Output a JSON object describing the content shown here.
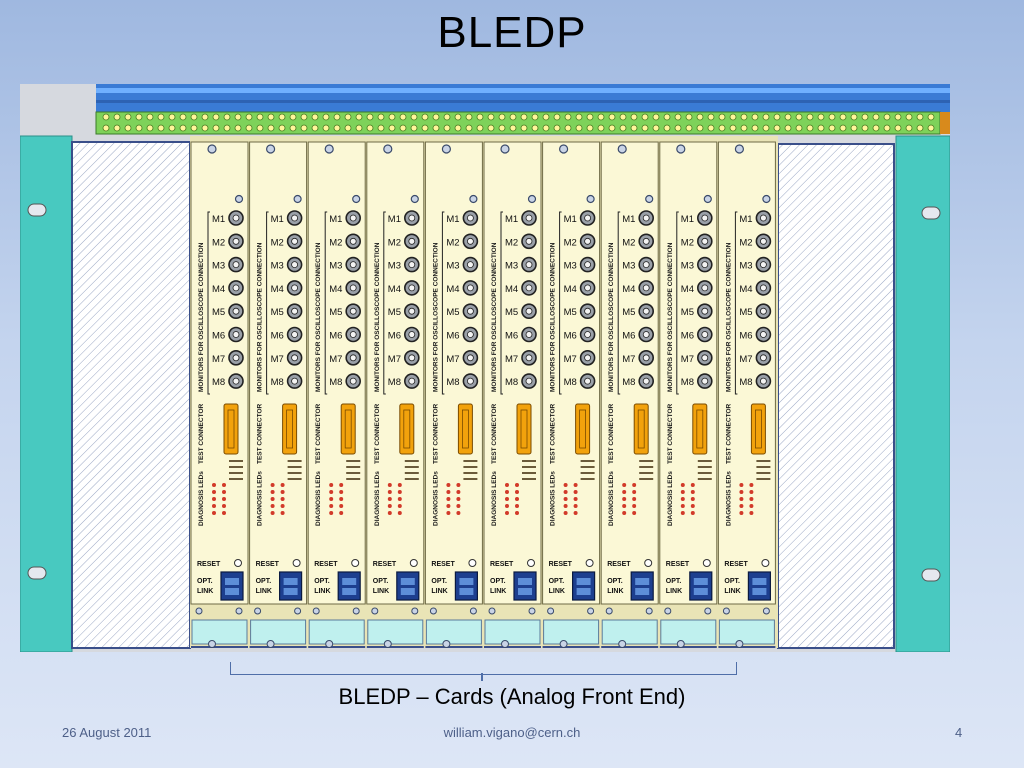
{
  "slide": {
    "title": "BLEDP",
    "caption": "BLEDP – Cards (Analog Front End)",
    "footer_date": "26 August 2011",
    "footer_email": "william.vigano@cern.ch",
    "page_number": "4"
  },
  "card": {
    "monitor_labels": [
      "M1",
      "M2",
      "M3",
      "M4",
      "M5",
      "M6",
      "M7",
      "M8"
    ],
    "monitors_text": "MONITORS FOR OSCILLOSCOPE CONNECTION",
    "test_connector_text": "TEST CONNECTOR",
    "diagnosis_text": "DIAGNOSIS LEDs",
    "reset_label": "RESET",
    "opt_label": "OPT.",
    "link_label": "LINK"
  },
  "card_count": 10,
  "colors": {
    "rack_teal": "#48c9c0",
    "card_panel": "#fbf8d6",
    "connector_orange": "#f2a20c",
    "bus_green": "#7ed25a",
    "top_blue": "#3a7bd5",
    "optical_blue": "#1d3f8f"
  }
}
